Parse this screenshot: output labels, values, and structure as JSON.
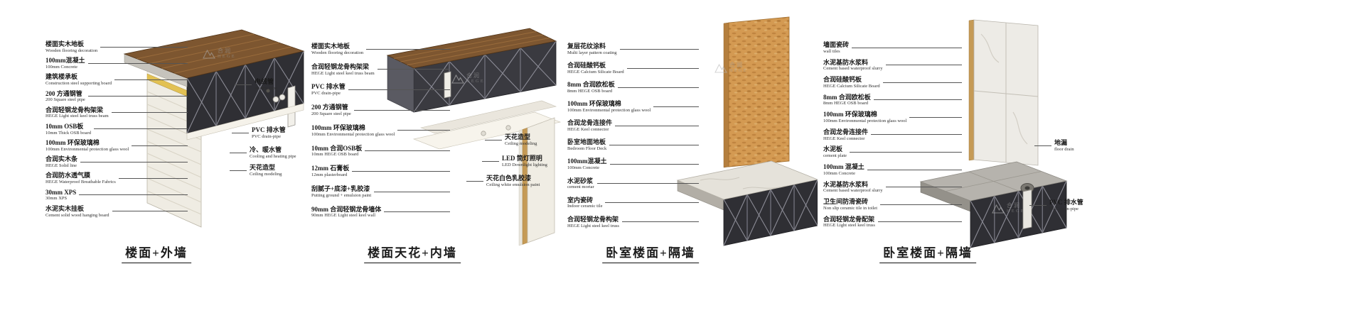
{
  "watermark": {
    "zh": "合润",
    "en": "HEGE"
  },
  "colors": {
    "wood": "#7d5630",
    "steel_dark": "#2f2f34",
    "steel_light": "#8c8c96",
    "wall_white": "#efece3",
    "osb": "#d49a52",
    "marble": "#edebe6",
    "insulation_yellow": "#e2c153",
    "leader_line": "#555555"
  },
  "panels": [
    {
      "id": "floor-exterior-wall",
      "title": "楼面+外墙",
      "left_labels": [
        {
          "zh": "楼面实木地板",
          "en": "Wooden flooring decoration"
        },
        {
          "zh": "100mm混凝土",
          "en": "100mm Concrete"
        },
        {
          "zh": "建筑楼承板",
          "en": "Construction steel supporting board"
        },
        {
          "zh": "200 方通钢管",
          "en": "200 Square steel pipe"
        },
        {
          "zh": "合润轻钢龙骨构架梁",
          "en": "HEGE Light steel keel truss beam"
        },
        {
          "zh": "10mm OSB板",
          "en": "10mm Thick OSB board"
        },
        {
          "zh": "100mm 环保玻璃棉",
          "en": "100mm Environmental protection glass wool"
        },
        {
          "zh": "合润实木条",
          "en": "HEGE Solid line"
        },
        {
          "zh": "合润防水透气膜",
          "en": "HEGE Waterproof Breathable Fabrics"
        },
        {
          "zh": "30mm XPS",
          "en": "30mm XPS"
        },
        {
          "zh": "水泥实木挂板",
          "en": "Cement solid wood hanging board"
        }
      ],
      "right_labels": [
        {
          "zh": "电线管",
          "en": "electric tube"
        },
        {
          "zh": "PVC 排水管",
          "en": "PVC drain-pipe"
        },
        {
          "zh": "冷、暖水管",
          "en": "Cooling and heating pipe"
        },
        {
          "zh": "天花造型",
          "en": "Ceiling modeling"
        }
      ]
    },
    {
      "id": "floor-ceiling-interior-wall",
      "title": "楼面天花+内墙",
      "left_labels": [
        {
          "zh": "楼面实木地板",
          "en": "Wooden flooring decoration"
        },
        {
          "zh": "合润轻钢龙骨构架梁",
          "en": "HEGE Light steel keel truss beam"
        },
        {
          "zh": "PVC 排水管",
          "en": "PVC drain-pipe"
        },
        {
          "zh": "200 方通钢管",
          "en": "200 Square steel pipe"
        },
        {
          "zh": "100mm 环保玻璃棉",
          "en": "100mm Environmental protection glass wool"
        },
        {
          "zh": "10mm 合润OSB板",
          "en": "10mm HEGE OSB board"
        },
        {
          "zh": "12mm 石膏板",
          "en": "12mm plasterboard"
        },
        {
          "zh": "刮腻子+底漆+乳胶漆",
          "en": "Putting ground + emulsion paint"
        },
        {
          "zh": "90mm 合润轻钢龙骨墙体",
          "en": "90mm HEGE Light steel keel wall"
        }
      ],
      "right_labels": [
        {
          "zh": "天花造型",
          "en": "Ceiling modeling"
        },
        {
          "zh": "LED 筒灯照明",
          "en": "LED Downlight lighting"
        },
        {
          "zh": "天花白色乳胶漆",
          "en": "Ceiling white emulsion paint"
        }
      ]
    },
    {
      "id": "bedroom-floor-partition-1",
      "title": "卧室楼面+隔墙",
      "left_labels": [
        {
          "zh": "复层花纹涂料",
          "en": "Multi layer pattern coating"
        },
        {
          "zh": "合润硅酸钙板",
          "en": "HEGE Calcium Silicate Board"
        },
        {
          "zh": "8mm 合润欧松板",
          "en": "8mm HEGE OSB board"
        },
        {
          "zh": "100mm 环保玻璃棉",
          "en": "100mm Environmental protection glass wool"
        },
        {
          "zh": "合润龙骨连接件",
          "en": "HEGE Keel connector"
        },
        {
          "zh": "卧室地面地板",
          "en": "Bedroom Floor Deck"
        },
        {
          "zh": "100mm混凝土",
          "en": "100mm Concrete"
        },
        {
          "zh": "水泥砂浆",
          "en": "cement mortar"
        },
        {
          "zh": "室内瓷砖",
          "en": "Indoor ceramic tile"
        },
        {
          "zh": "合润轻钢龙骨构架",
          "en": "HEGE Light steel keel truss"
        }
      ],
      "right_labels": []
    },
    {
      "id": "bedroom-floor-partition-2",
      "title": "卧室楼面+隔墙",
      "left_labels": [
        {
          "zh": "墙面瓷砖",
          "en": "wall tiles"
        },
        {
          "zh": "水泥基防水浆料",
          "en": "Cement based waterproof slurry"
        },
        {
          "zh": "合润硅酸钙板",
          "en": "HEGE Calcium Silicate Board"
        },
        {
          "zh": "8mm 合润欧松板",
          "en": "8mm HEGE OSB board"
        },
        {
          "zh": "100mm 环保玻璃棉",
          "en": "100mm Environmental protection glass wool"
        },
        {
          "zh": "合润龙骨连接件",
          "en": "HEGE Keel connector"
        },
        {
          "zh": "水泥板",
          "en": "cement plate"
        },
        {
          "zh": "100mm 混凝土",
          "en": "100mm Concrete"
        },
        {
          "zh": "水泥基防水浆料",
          "en": "Cement based waterproof slurry"
        },
        {
          "zh": "卫生间防滑瓷砖",
          "en": "Non slip ceramic tile in toilet"
        },
        {
          "zh": "合润轻钢龙骨配架",
          "en": "HEGE Light steel keel truss"
        }
      ],
      "right_labels": [
        {
          "zh": "地漏",
          "en": "floor drain"
        },
        {
          "zh": "PVC 排水管",
          "en": "PVC drain-pipe"
        }
      ]
    }
  ]
}
